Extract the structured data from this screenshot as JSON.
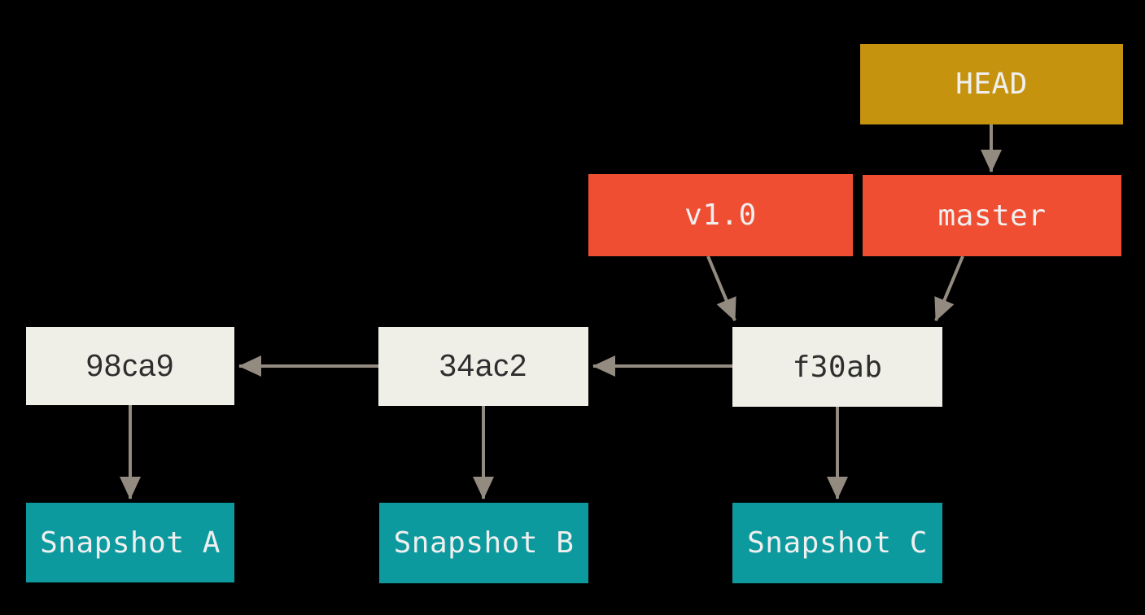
{
  "diagram": {
    "type": "git-references-diagram",
    "head": {
      "label": "HEAD"
    },
    "refs": [
      {
        "kind": "tag",
        "label": "v1.0"
      },
      {
        "kind": "branch",
        "label": "master"
      }
    ],
    "commits": [
      {
        "label": "98ca9"
      },
      {
        "label": "34ac2"
      },
      {
        "label": "f30ab"
      }
    ],
    "snapshots": [
      {
        "label": "Snapshot A"
      },
      {
        "label": "Snapshot B"
      },
      {
        "label": "Snapshot C"
      }
    ],
    "edges": [
      {
        "from": "HEAD",
        "to": "master"
      },
      {
        "from": "v1.0",
        "to": "f30ab"
      },
      {
        "from": "master",
        "to": "f30ab"
      },
      {
        "from": "f30ab",
        "to": "34ac2"
      },
      {
        "from": "34ac2",
        "to": "98ca9"
      },
      {
        "from": "98ca9",
        "to": "Snapshot A"
      },
      {
        "from": "34ac2",
        "to": "Snapshot B"
      },
      {
        "from": "f30ab",
        "to": "Snapshot C"
      }
    ],
    "colors": {
      "background": "#000000",
      "head_fill": "#C6930F",
      "ref_fill": "#F04E32",
      "commit_fill": "#EFEFE7",
      "commit_text": "#2E2E2E",
      "snapshot_fill": "#0D9A9E",
      "label_text": "#EFEFEF",
      "arrow": "#948B80"
    }
  }
}
